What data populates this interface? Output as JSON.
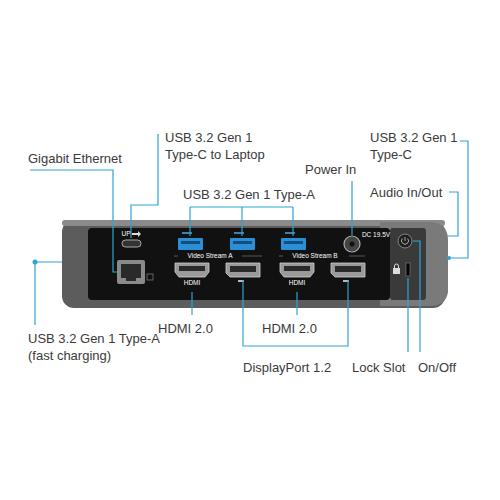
{
  "diagram": {
    "labels": [
      "Gigabit Ethernet",
      "USB 3.2 Gen 1 Type-C to Laptop",
      "USB 3.2 Gen 1 Type-A",
      "Power In",
      "USB 3.2 Gen 1 Type-C",
      "Audio In/Out",
      "USB 3.2 Gen 1 Type-A (fast charging)",
      "HDMI 2.0",
      "HDMI 2.0",
      "DisplayPort 1.2",
      "Lock Slot",
      "On/Off",
      "UP",
      "Video Stream A",
      "Video Stream B",
      "HDMI",
      "HDMI",
      "DC 19.5V"
    ]
  }
}
